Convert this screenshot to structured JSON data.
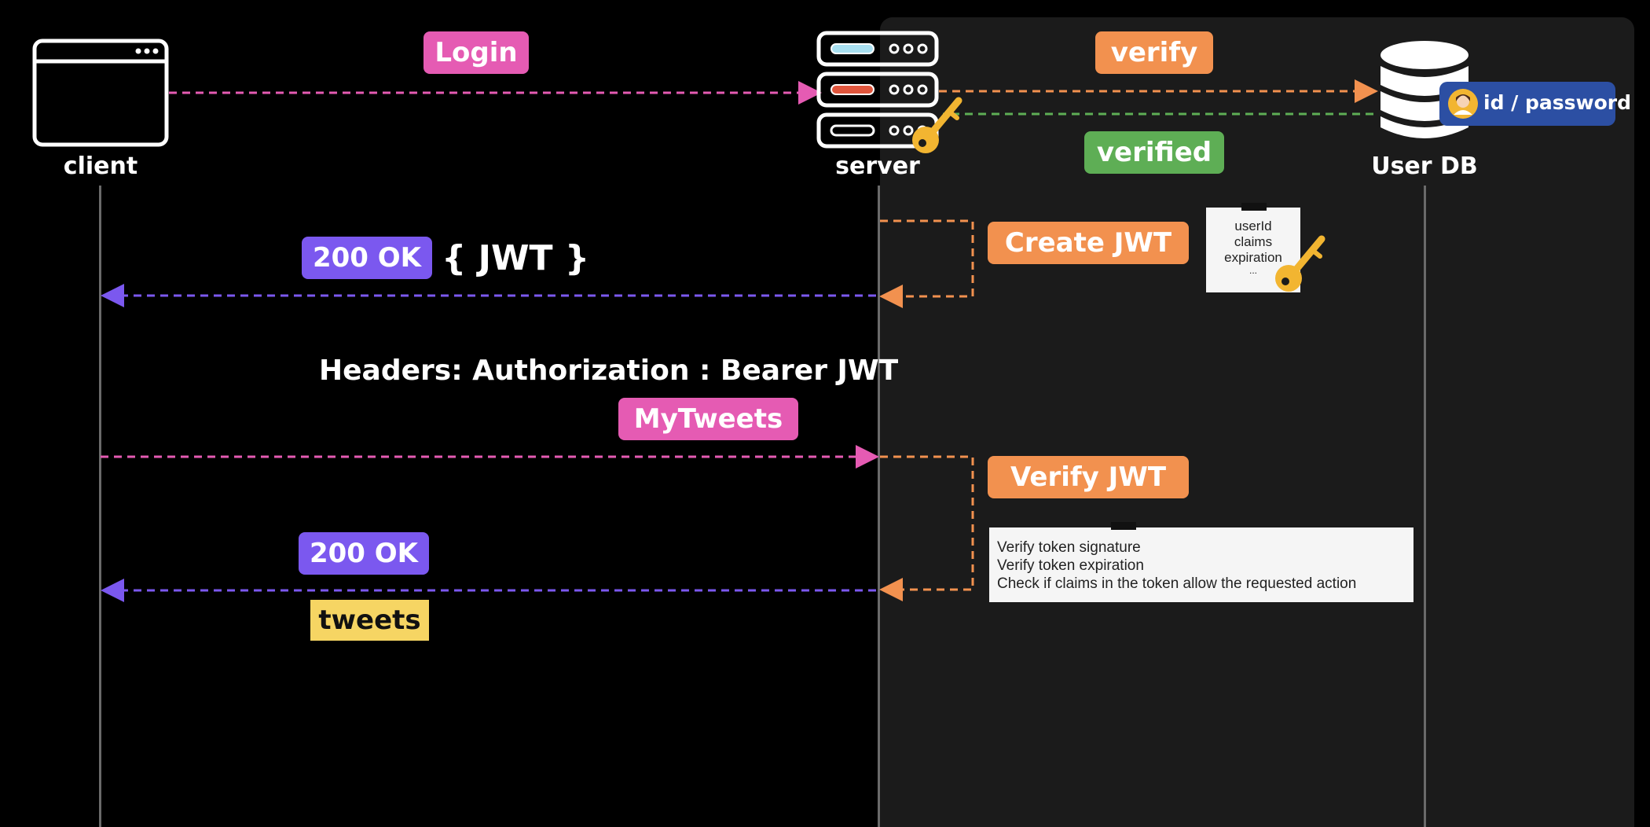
{
  "actors": {
    "client": "client",
    "server": "server",
    "db": "User DB"
  },
  "messages": {
    "login": "Login",
    "verify": "verify",
    "verified": "verified",
    "db_badge": "id / password",
    "create_jwt": "Create JWT",
    "ok_jwt_status": "200 OK",
    "ok_jwt_body": "{ JWT }",
    "headers": "Headers: Authorization : Bearer JWT",
    "my_tweets": "MyTweets",
    "verify_jwt": "Verify JWT",
    "ok_status": "200 OK",
    "tweets": "tweets"
  },
  "jwt_note": {
    "line1": "userId",
    "line2": "claims",
    "line3": "expiration",
    "line4": "..."
  },
  "verify_note": {
    "line1": "Verify token signature",
    "line2": "Verify token expiration",
    "line3": "Check if claims in the token allow the requested action"
  },
  "colors": {
    "background": "#000000",
    "panel": "#1b1b1b",
    "pink": "#e55bb3",
    "orange": "#f2914f",
    "green": "#5eae55",
    "purple": "#7b58ef",
    "yellow": "#f6d563",
    "badge_blue": "#2c4fa3",
    "key_gold": "#f2b531"
  },
  "icons": {
    "client": "browser-window-icon",
    "server": "server-rack-icon",
    "db": "database-icon",
    "key": "key-icon",
    "user": "user-avatar-icon"
  }
}
